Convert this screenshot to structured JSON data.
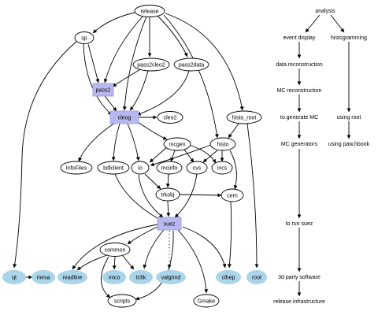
{
  "colors": {
    "primary_node": "#b8b8f0",
    "external_node": "#a9d4ea",
    "edge": "#000000"
  },
  "nodes": {
    "release": "release",
    "sp": "sp",
    "pass2cleo2": "pass2cleo2",
    "pass2data": "pass2data",
    "pass2": "pass2",
    "cleog": "cleog",
    "cleo2": "cleo2",
    "histo_root": "histo_root",
    "histo": "histo",
    "mcgen": "mcgen",
    "infofiles": "InfoFiles",
    "bdlclient": "bdlclient",
    "io": "io",
    "mcinfo": "mcinfo",
    "cvs": "cvs",
    "incs": "incs",
    "trkobj": "trkobj",
    "cern": "cern",
    "suez": "suez",
    "common": "common",
    "qt": "qt",
    "mesa": "mesa",
    "readline": "readline",
    "mico": "mico",
    "tcltk": "tcltk",
    "valgrind": "valgrind",
    "clhep": "clhep",
    "root": "root",
    "scripts": "scripts",
    "gmake": "Gmake"
  },
  "legend": {
    "analysis": "analysis",
    "event_display": "event display",
    "histogramming": "histogramming",
    "data_reconstruction": "data reconstruction",
    "mc_reconstruction": "MC reconstruction",
    "to_generate_mc": "to generate MC",
    "using_root": "using root",
    "mc_generators": "MC generators",
    "using_paw_hbook": "using paw,hbook",
    "to_run_suez": "to run suez",
    "third_party": "3d party software",
    "release_infrastructure": "release infrastructure"
  }
}
